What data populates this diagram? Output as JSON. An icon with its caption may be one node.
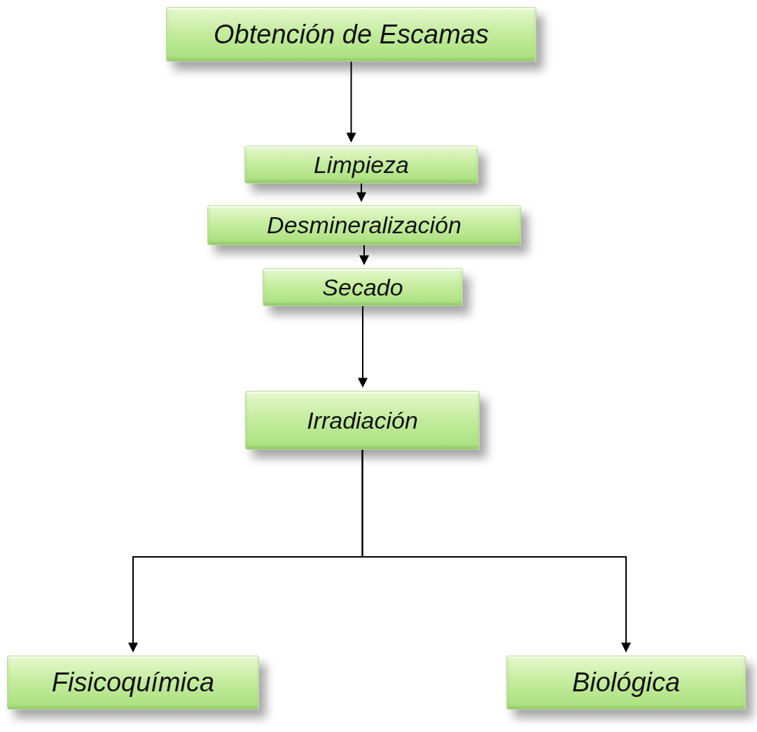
{
  "diagram": {
    "nodes": [
      {
        "text": [
          "Obtención de Escamas"
        ]
      },
      {
        "text": [
          "Limpieza"
        ]
      },
      {
        "text": [
          "Desmineralización"
        ]
      },
      {
        "text": [
          "Secado"
        ]
      },
      {
        "text": [
          "Irradiación"
        ]
      },
      {
        "text": [
          "Fisicoquímica"
        ]
      },
      {
        "text": [
          "Biológica"
        ]
      }
    ],
    "edges": [
      {
        "from": 0,
        "to": 1,
        "arrow": "to"
      },
      {
        "from": 1,
        "to": 2,
        "arrow": "to"
      },
      {
        "from": 2,
        "to": 3,
        "arrow": "to"
      },
      {
        "from": 3,
        "to": 4,
        "arrow": "to"
      },
      {
        "from": 4,
        "to": 5,
        "arrow": "to"
      },
      {
        "from": 4,
        "to": 6,
        "arrow": "to"
      }
    ]
  }
}
